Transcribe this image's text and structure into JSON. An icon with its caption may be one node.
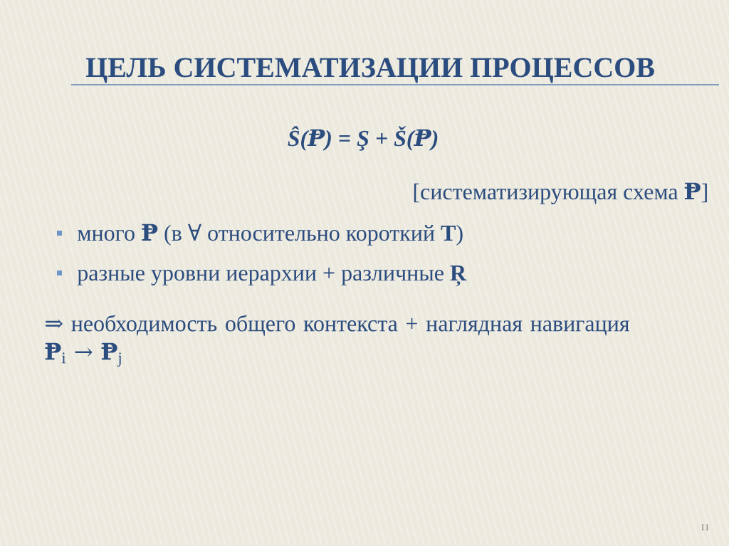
{
  "diagram": {
    "title": "ЦЕЛЬ СИСТЕМАТИЗАЦИИ ПРОЦЕССОВ",
    "labels": [
      "Ŝ(Ᵽ) = Ş + Š(Ᵽ)",
      "[систематизирующая схема **Ᵽ**]",
      "много **Ᵽ** (в ∀ относительно короткий **T**)",
      "разные уровни иерархии + различные **Ŗ**",
      "⇒ необходимость общего контекста + наглядная навигация **Ᵽ**$_{i}$ → **Ᵽ**$_{j}$",
      "11"
    ]
  }
}
